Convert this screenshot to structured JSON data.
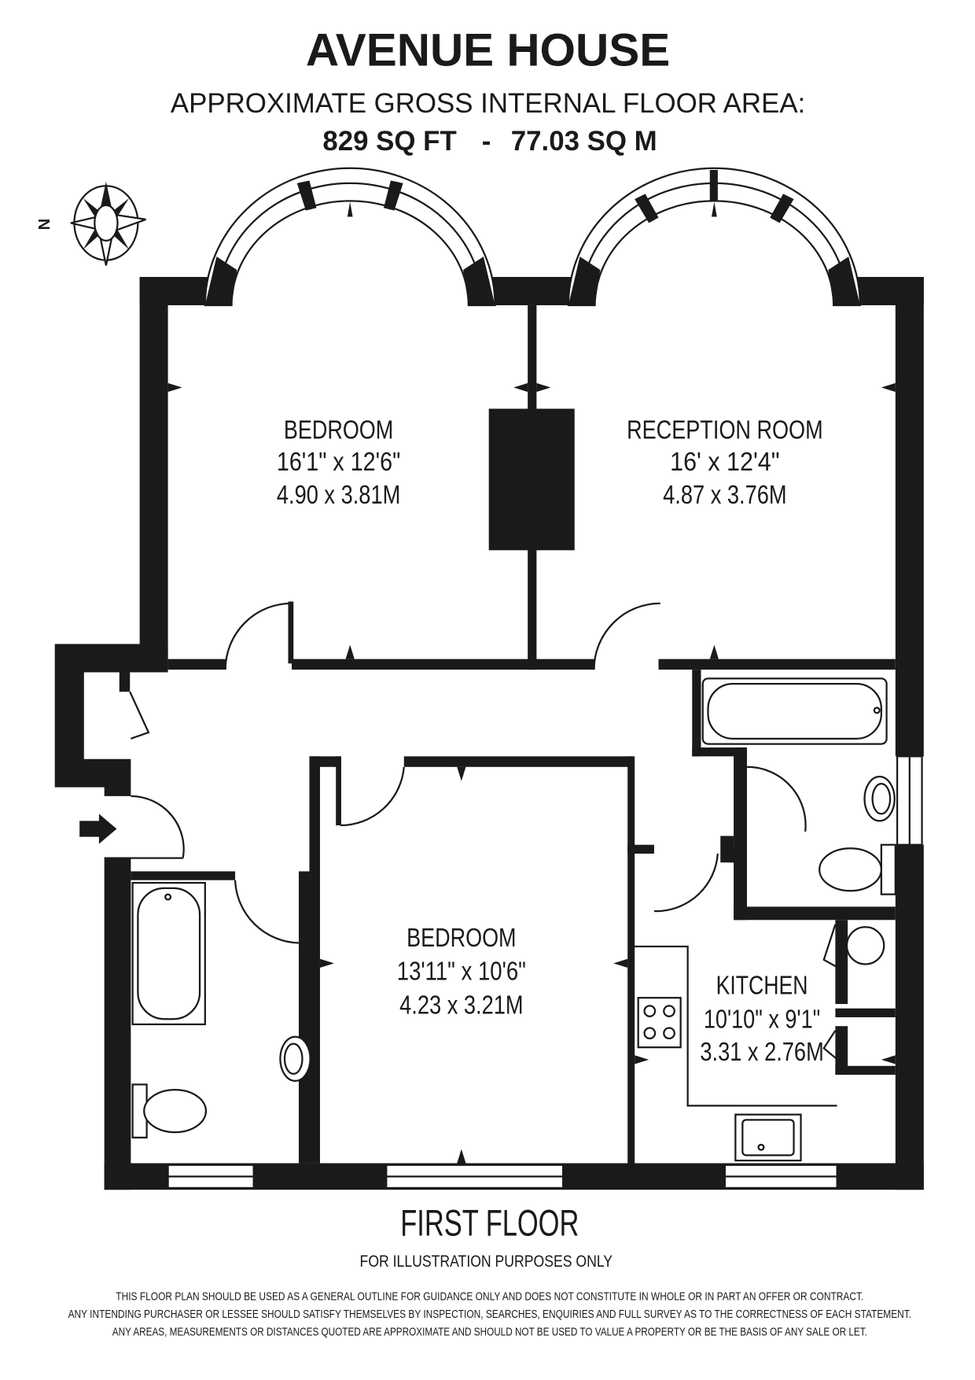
{
  "header": {
    "title": "AVENUE HOUSE",
    "area_label": "APPROXIMATE GROSS INTERNAL FLOOR AREA:",
    "area_sqft": "829 SQ FT",
    "separator": "-",
    "area_sqm": "77.03 SQ M"
  },
  "compass": {
    "north_label": "N",
    "icon": "compass-rose-icon"
  },
  "rooms": [
    {
      "name": "BEDROOM",
      "imperial": "16'1\" x 12'6\"",
      "metric": "4.90 x 3.81M"
    },
    {
      "name": "RECEPTION ROOM",
      "imperial": "16' x 12'4\"",
      "metric": "4.87 x 3.76M"
    },
    {
      "name": "BEDROOM",
      "imperial": "13'11\" x 10'6\"",
      "metric": "4.23 x 3.21M"
    },
    {
      "name": "KITCHEN",
      "imperial": "10'10\" x 9'1\"",
      "metric": "3.31 x 2.76M"
    }
  ],
  "footer": {
    "floor_label": "FIRST FLOOR",
    "note": "FOR ILLUSTRATION PURPOSES ONLY",
    "disclaimer": [
      "THIS FLOOR PLAN SHOULD BE USED AS A GENERAL OUTLINE FOR GUIDANCE ONLY AND DOES NOT CONSTITUTE IN WHOLE OR IN PART AN OFFER OR CONTRACT.",
      "ANY INTENDING PURCHASER OR LESSEE SHOULD SATISFY THEMSELVES BY INSPECTION, SEARCHES, ENQUIRIES AND FULL SURVEY AS TO THE CORRECTNESS OF EACH STATEMENT.",
      "ANY AREAS, MEASUREMENTS OR DISTANCES QUOTED ARE APPROXIMATE AND SHOULD NOT BE USED TO VALUE A PROPERTY OR BE THE BASIS OF ANY SALE OR LET."
    ]
  },
  "colors": {
    "ink": "#1a1a1a",
    "background": "#ffffff"
  }
}
